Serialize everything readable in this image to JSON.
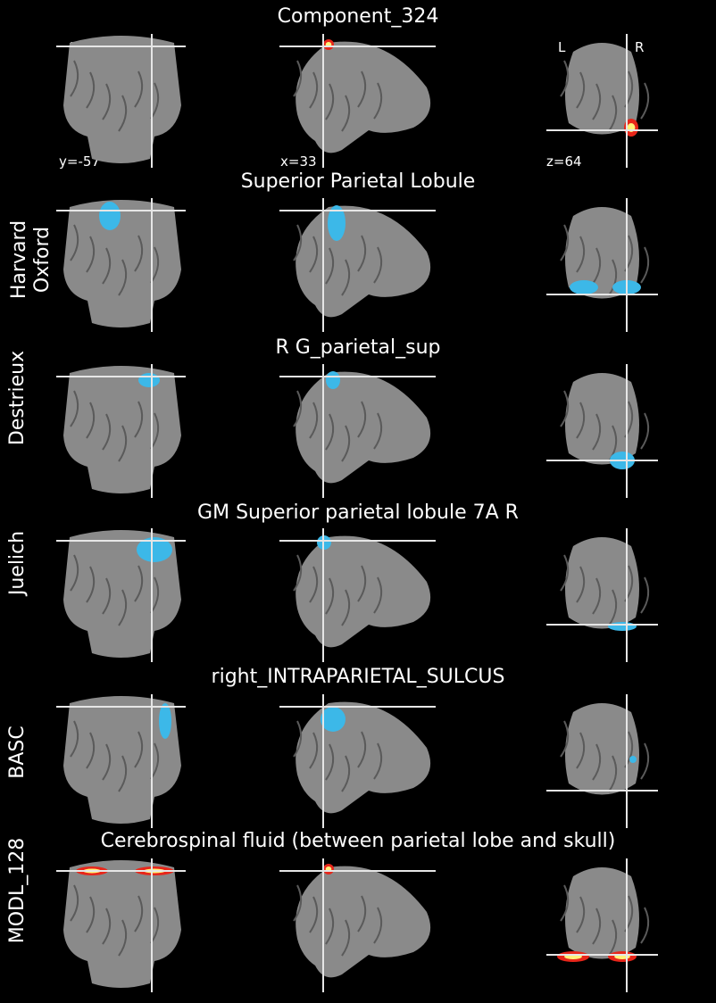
{
  "figure": {
    "component_title": "Component_324",
    "orientation_left": "L",
    "orientation_right": "R",
    "coords": [
      "y=-57",
      "x=33",
      "z=64"
    ]
  },
  "rows": [
    {
      "atlas": "",
      "region": "Component_324",
      "overlay": "hot"
    },
    {
      "atlas": "Harvard\nOxford",
      "region": "Superior Parietal Lobule",
      "overlay": "blue"
    },
    {
      "atlas": "Destrieux",
      "region": "R G_parietal_sup",
      "overlay": "blue"
    },
    {
      "atlas": "Juelich",
      "region": "GM Superior parietal lobule 7A R",
      "overlay": "blue"
    },
    {
      "atlas": "BASC",
      "region": "right_INTRAPARIETAL_SULCUS",
      "overlay": "blue"
    },
    {
      "atlas": "MODL_128",
      "region": "Cerebrospinal fluid (between parietal lobe and skull)",
      "overlay": "hot"
    }
  ],
  "colors": {
    "background": "#000000",
    "brain": "#8a8a8a",
    "crosshair": "#e6e6e6",
    "overlay_blue": "#3cb8e8",
    "overlay_hot_outer": "#e8261a",
    "overlay_hot_inner": "#fff27a"
  }
}
